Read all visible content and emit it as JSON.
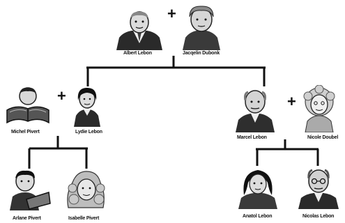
{
  "tree": {
    "root": {
      "husband": {
        "name": "Albert Lebon",
        "icon": "man-in-suit-icon"
      },
      "wife": {
        "name": "Jacqelin Dubonk",
        "icon": "old-woman-icon"
      },
      "connector": "+"
    },
    "left_family": {
      "husband": {
        "name": "Michel Pivert",
        "icon": "man-reading-book-icon"
      },
      "wife": {
        "name": "Lydie Lebon",
        "icon": "woman-icon"
      },
      "connector": "+",
      "children": [
        {
          "name": "Arlane Pivert",
          "icon": "boy-reading-icon"
        },
        {
          "name": "Isabelle Pivert",
          "icon": "curly-haired-girl-icon"
        }
      ]
    },
    "right_family": {
      "husband": {
        "name": "Marcel Lebon",
        "icon": "bald-man-icon"
      },
      "wife": {
        "name": "Nicole Doubel",
        "icon": "woman-with-curls-icon"
      },
      "connector": "+",
      "children": [
        {
          "name": "Anatol Lebon",
          "icon": "dark-haired-woman-icon"
        },
        {
          "name": "Nicolas Lebon",
          "icon": "old-man-glasses-icon"
        }
      ]
    }
  },
  "colors": {
    "line": "#111111",
    "ink": "#1a1a1a",
    "fill_light": "#d8d8d8",
    "fill_mid": "#9a9a9a"
  }
}
